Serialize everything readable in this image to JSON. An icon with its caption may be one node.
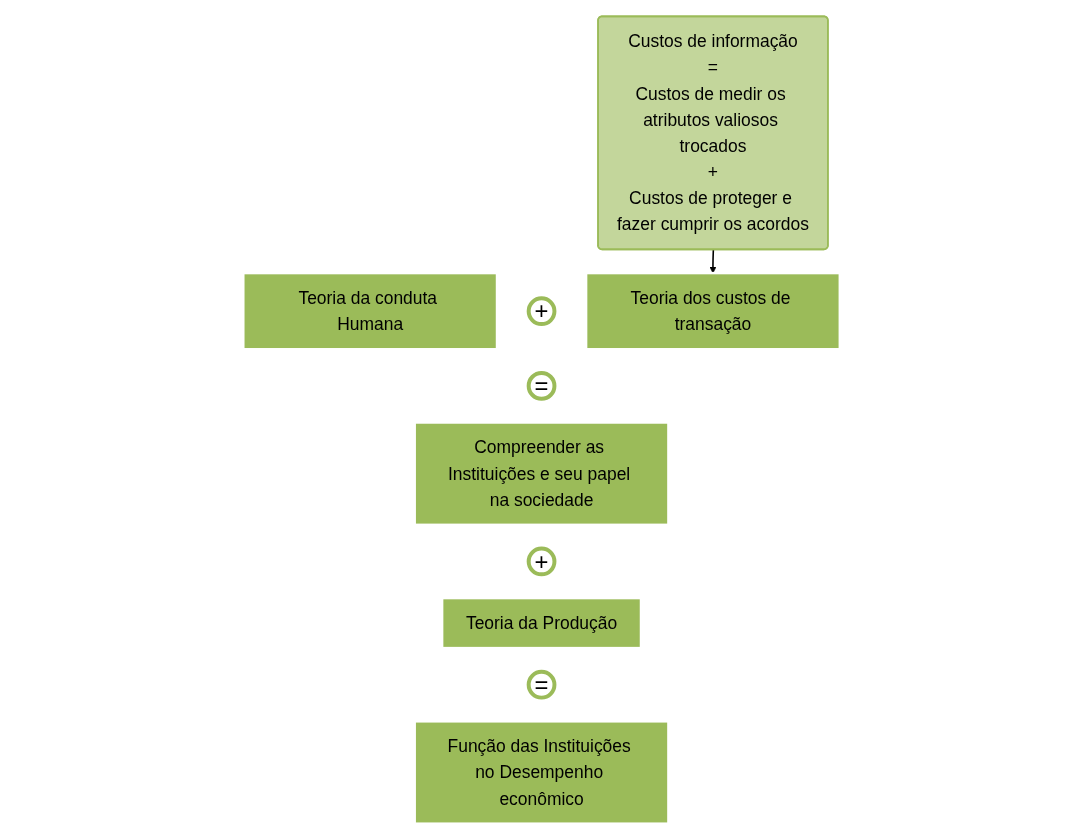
{
  "diagram": {
    "nodes": [
      {
        "text": [
          "Teoria da conduta Humana"
        ]
      },
      {
        "text": [
          "+"
        ]
      },
      {
        "text": [
          "Teoria dos custos de transação"
        ]
      },
      {
        "text": [
          "="
        ]
      },
      {
        "text": [
          "Compreender as Instituições e seu papel na sociedade"
        ]
      },
      {
        "text": [
          "+"
        ]
      },
      {
        "text": [
          "Teoria da Produção"
        ]
      },
      {
        "text": [
          "="
        ]
      },
      {
        "text": [
          "Função das Instituições no Desempenho econômico"
        ]
      },
      {
        "text": [
          "Custos de informação",
          "=",
          "Custos de medir os atributos valiosos trocados",
          "+",
          "Custos de proteger e fazer cumprir os acordos"
        ]
      }
    ],
    "edges": [
      {
        "from": 9,
        "to": 2,
        "arrow": "to"
      }
    ]
  }
}
